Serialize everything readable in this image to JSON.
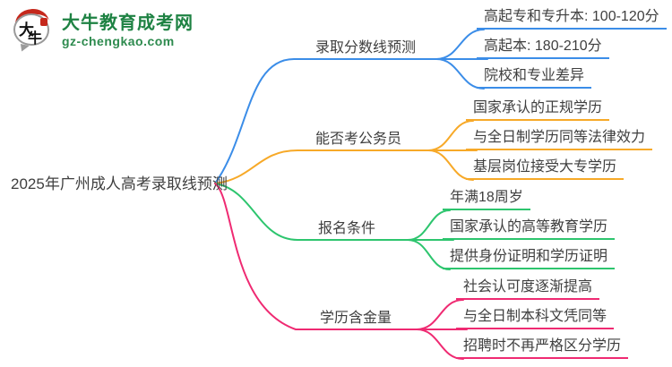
{
  "logo": {
    "icon_text_top": "大",
    "icon_text_bottom": "牛",
    "title": "大牛教育成考网",
    "domain": "gz-chengkao.com",
    "brand_green": "#1e8243",
    "seal_red": "#c5281c"
  },
  "mindmap": {
    "root": {
      "label": "2025年广州成人高考录取线预测"
    },
    "text_color": "#3f3f3f",
    "branches": [
      {
        "label": "录取分数线预测",
        "color": "#3b8de8",
        "children": [
          "高起专和专升本: 100-120分",
          "高起本: 180-210分",
          "院校和专业差异"
        ]
      },
      {
        "label": "能否考公务员",
        "color": "#f7a928",
        "children": [
          "国家承认的正规学历",
          "与全日制学历同等法律效力",
          "基层岗位接受大专学历"
        ]
      },
      {
        "label": "报名条件",
        "color": "#2dc56e",
        "children": [
          "年满18周岁",
          "国家承认的高等教育学历",
          "提供身份证明和学历证明"
        ]
      },
      {
        "label": "学历含金量",
        "color": "#ef2a72",
        "children": [
          "社会认可度逐渐提高",
          "与全日制本科文凭同等",
          "招聘时不再严格区分学历"
        ]
      }
    ]
  }
}
